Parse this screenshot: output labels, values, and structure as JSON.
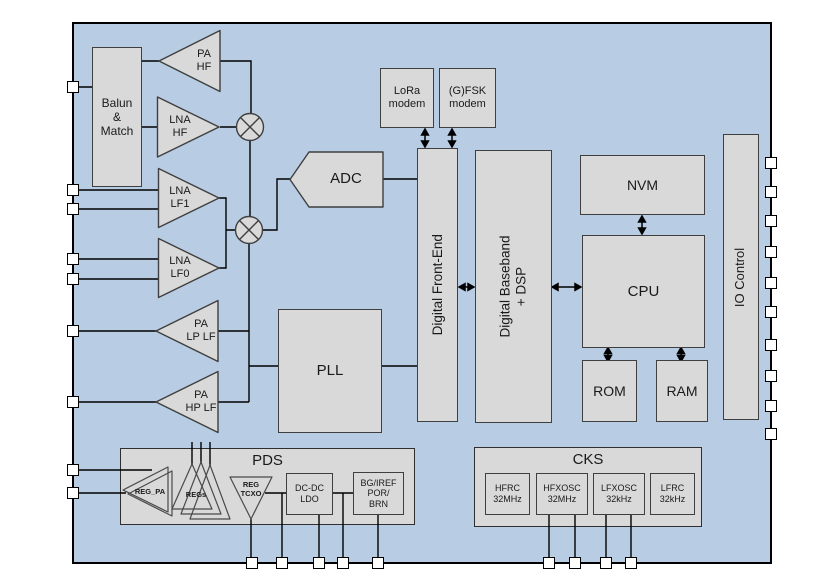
{
  "blocks": {
    "balun": "Balun\n&\nMatch",
    "pa_hf": "PA\nHF",
    "lna_hf": "LNA\nHF",
    "lna_lf1": "LNA\nLF1",
    "lna_lf0": "LNA\nLF0",
    "pa_lp_lf": "PA\nLP LF",
    "pa_hp_lf": "PA\nHP LF",
    "adc": "ADC",
    "pll": "PLL",
    "lora_modem": "LoRa\nmodem",
    "gfsk_modem": "(G)FSK\nmodem",
    "digital_front_end": "Digital Front-End",
    "digital_baseband": "Digital Baseband\n+ DSP",
    "nvm": "NVM",
    "cpu": "CPU",
    "rom": "ROM",
    "ram": "RAM",
    "io_control": "IO Control"
  },
  "pds": {
    "label": "PDS",
    "reg_pa": "REG_PA",
    "regs": "REGs",
    "reg_tcxo": "REG\nTCXO",
    "dcdc_ldo": "DC-DC\nLDO",
    "bg_iref": "BG/IREF\nPOR/\nBRN"
  },
  "cks": {
    "label": "CKS",
    "hfrc": "HFRC\n32MHz",
    "hfxosc": "HFXOSC\n32MHz",
    "lfxosc": "LFXOSC\n32kHz",
    "lfrc": "LFRC\n32kHz"
  },
  "colors": {
    "chip_background": "#b8cce4",
    "block_fill": "#d9d9d9",
    "block_border": "#3f3f3f",
    "outer_border": "#000000",
    "connector": "#000000"
  }
}
